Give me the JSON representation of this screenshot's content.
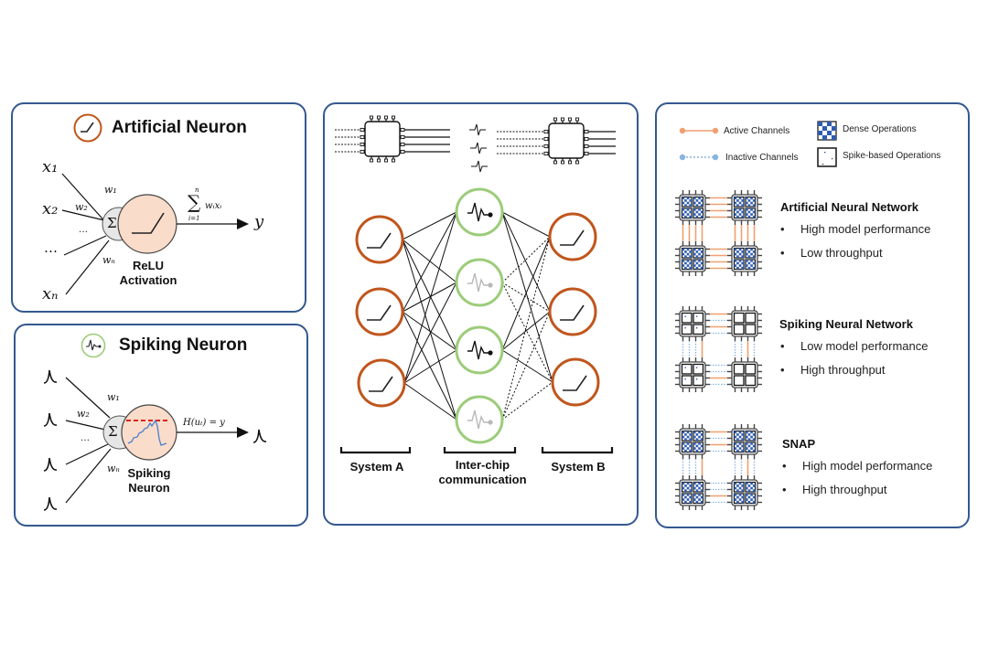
{
  "artificial_neuron": {
    "title": "Artificial Neuron",
    "inputs": [
      "x₁",
      "x₂",
      "…",
      "xₙ"
    ],
    "weights": [
      "w₁",
      "w₂",
      "…",
      "wₙ"
    ],
    "sum_symbol": "Σ",
    "output_formula_sum": "∑",
    "output_formula_upper": "n",
    "output_formula_lower": "i=1",
    "output_formula_term": "wᵢxᵢ",
    "output": "y",
    "activation_label_line1": "ReLU",
    "activation_label_line2": "Activation"
  },
  "spiking_neuron": {
    "title": "Spiking Neuron",
    "weights": [
      "w₁",
      "w₂",
      "…",
      "wₙ"
    ],
    "sum_symbol": "Σ",
    "output_formula": "H(uₜ) = y",
    "neuron_label_line1": "Spiking",
    "neuron_label_line2": "Neuron"
  },
  "system_diagram": {
    "labels": {
      "system_a": "System A",
      "inter_chip_line1": "Inter-chip",
      "inter_chip_line2": "communication",
      "system_b": "System B"
    },
    "system_a_neurons": 3,
    "spiking_neurons": [
      {
        "state": "active"
      },
      {
        "state": "inactive"
      },
      {
        "state": "active"
      },
      {
        "state": "inactive"
      }
    ],
    "system_b_neurons": 3
  },
  "comparison": {
    "legend": {
      "active_channels": "Active Channels",
      "inactive_channels": "Inactive Channels",
      "dense_operations": "Dense Operations",
      "spike_operations": "Spike-based Operations"
    },
    "networks": [
      {
        "title": "Artificial Neural Network",
        "points": [
          "High model performance",
          "Low throughput"
        ],
        "ops": "dense",
        "channels": "all-active"
      },
      {
        "title": "Spiking Neural Network",
        "points": [
          "Low model performance",
          "High throughput"
        ],
        "ops": "spike",
        "channels": "sparse"
      },
      {
        "title": "SNAP",
        "points": [
          "High model performance",
          "High throughput"
        ],
        "ops": "dense",
        "channels": "sparse"
      }
    ],
    "bullet_char": "•"
  },
  "colors": {
    "panel_border": "#34588f",
    "relu_orange": "#c0561c",
    "neuron_fill": "#f9dcc9",
    "spike_green": "#9ccc7a",
    "active_channel": "#f0a070",
    "inactive_channel": "#8ab4e0",
    "dense_blue": "#2f5cb0",
    "threshold_red": "#e02020",
    "membrane_blue": "#4a7fd0",
    "inactive_gray": "#b8b8b8"
  }
}
